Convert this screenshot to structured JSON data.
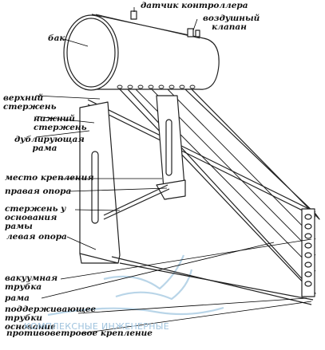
{
  "diagram": {
    "labels": {
      "sensor": "датчик контроллера",
      "air_valve": "воздушный клапан",
      "tank": "бак",
      "upper_rod": "верхний стержень",
      "lower_rod": "нижний стержень",
      "dup_frame": "дублирующая рама",
      "mount_point": "место крепления",
      "right_support": "правая опора",
      "base_rod": "стержень у основания рамы",
      "left_support": "левая опора",
      "vacuum_tube": "вакуумная трубка",
      "frame": "рама",
      "tube_support": "поддерживающее трубки основание",
      "wind_mount": "противоветровое крепление"
    },
    "watermark": {
      "text": "КОМПЛЕКСНЫЕ ИНЖЕНЕРНЫЕ",
      "color": "#9fc3de"
    }
  }
}
